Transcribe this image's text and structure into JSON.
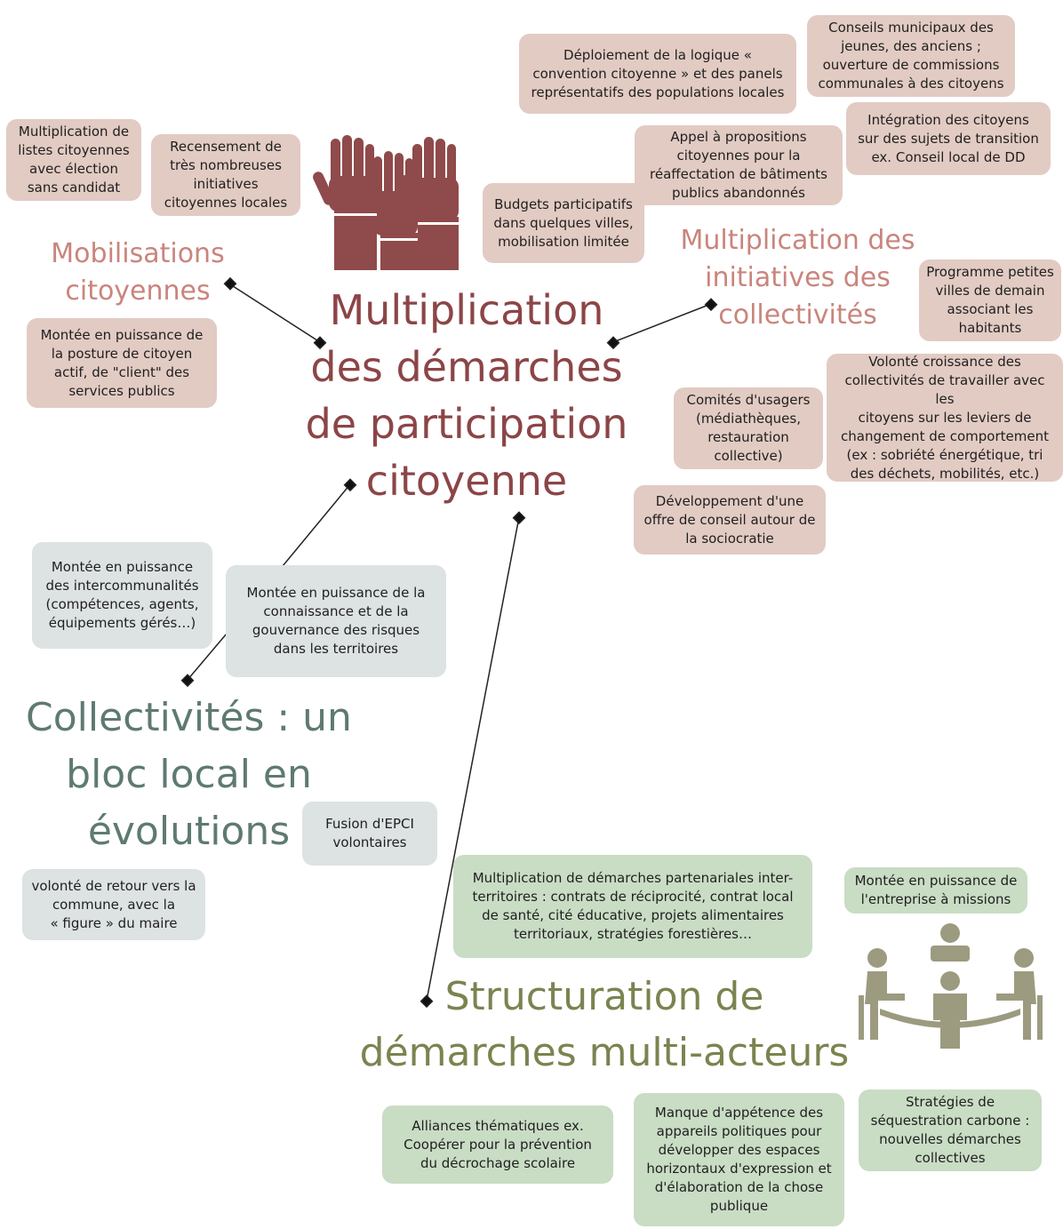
{
  "colors": {
    "citizen_box": "#e2cbc3",
    "collectivite_box": "#dde2e3",
    "multiacteur_box": "#c9dcc4",
    "center_title": "#8c4547",
    "citizen_heading": "#c9857d",
    "collectivite_heading": "#5e7a72",
    "multiacteur_heading": "#7a8450"
  },
  "center": {
    "title": "Multiplication\ndes démarches\nde participation\ncitoyenne"
  },
  "headings": {
    "mobilisations": "Mobilisations\ncitoyennes",
    "initiatives": "Multiplication des\ninitiatives des\ncollectivités",
    "collectivites": "Collectivités : un\nbloc local en\névolutions",
    "structuration": "Structuration de\ndémarches multi-acteurs"
  },
  "boxes": {
    "listes_citoyennes": "Multiplication de\nlistes citoyennes\navec élection\nsans candidat",
    "recensement": "Recensement de\ntrès nombreuses\ninitiatives\ncitoyennes locales",
    "posture_citoyen": "Montée en puissance de\nla posture de citoyen\nactif, de \"client\" des\nservices publics",
    "convention_citoyenne": "Déploiement de la logique «\nconvention citoyenne » et des panels\nreprésentatifs des populations locales",
    "conseils_municipaux": "Conseils municipaux des\njeunes, des anciens ;\nouverture de commissions\ncommunales à des citoyens",
    "integration_citoyens": "Intégration des citoyens\nsur des sujets de transition\nex. Conseil local de DD",
    "appel_propositions": "Appel à propositions\ncitoyennes pour la\nréaffectation de bâtiments\npublics abandonnés",
    "budgets_participatifs": "Budgets participatifs\ndans quelques villes,\nmobilisation limitée",
    "petites_villes": "Programme petites\nvilles de demain\nassociant les\nhabitants",
    "volonte_collectivites": "Volonté croissance des\ncollectivités de travailler avec les\ncitoyens sur les leviers de\nchangement de comportement\n(ex : sobriété énergétique, tri\ndes déchets, mobilités, etc.)",
    "comites_usagers": "Comités d'usagers\n(médiathèques,\nrestauration\ncollective)",
    "sociocratie": "Développement d'une\noffre de conseil autour de\nla sociocratie",
    "intercommunalites": "Montée en puissance\ndes intercommunalités\n(compétences, agents,\néquipements gérés…)",
    "gouvernance_risques": "Montée en puissance de la\nconnaissance et de la\ngouvernance des risques\ndans les territoires",
    "fusion_epci": "Fusion d'EPCI\nvolontaires",
    "retour_commune": "volonté de retour vers la\ncommune, avec la\n« figure » du maire",
    "demarches_partenariales": "Multiplication de démarches partenariales inter-\nterritoires : contrats de réciprocité, contrat local\nde santé, cité éducative, projets alimentaires\nterritoriaux, stratégies forestières…",
    "entreprise_missions": "Montée en puissance de\nl'entreprise à missions",
    "alliances_thematiques": "Alliances thématiques  ex.\nCoopérer pour la prévention\ndu décrochage scolaire",
    "manque_appetence": "Manque d'appétence des\nappareils politiques pour\ndévelopper des espaces\nhorizontaux d'expression et\nd'élaboration de la chose\npublique",
    "sequestration_carbone": "Stratégies de\nséquestration carbone :\nnouvelles démarches\ncollectives"
  },
  "icons": {
    "hands": "raised-hands-icon",
    "meeting": "meeting-table-icon",
    "hands_color": "#8f4a4b",
    "meeting_color": "#9c9b80"
  }
}
